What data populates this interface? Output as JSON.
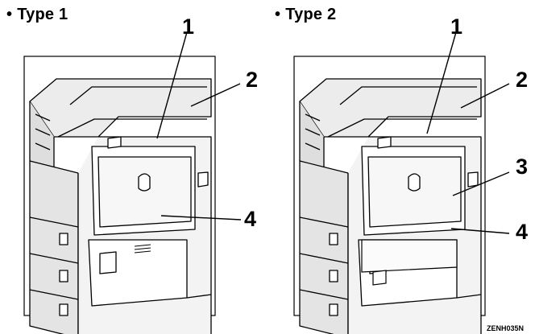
{
  "panels": [
    {
      "title": "Type 1",
      "bullet": "•",
      "callouts": [
        "1",
        "2",
        "4"
      ]
    },
    {
      "title": "Type 2",
      "bullet": "•",
      "callouts": [
        "1",
        "2",
        "3",
        "4"
      ]
    }
  ],
  "figure_code": "ZENH035N"
}
